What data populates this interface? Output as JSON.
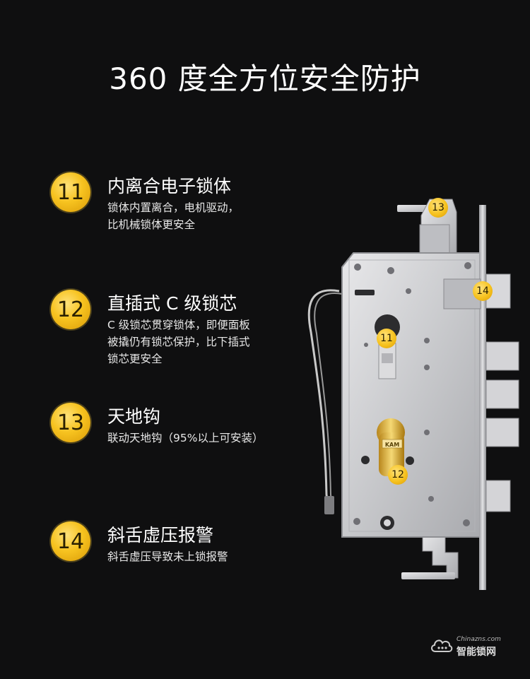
{
  "title": "360 度全方位安全防护",
  "features": [
    {
      "number": "11",
      "title": "内离合电子锁体",
      "desc": [
        "锁体内置离合，电机驱动，",
        "比机械锁体更安全"
      ]
    },
    {
      "number": "12",
      "title": "直插式 C 级锁芯",
      "desc": [
        "C 级锁芯贯穿锁体，即便面板",
        "被撬仍有锁芯保护，比下插式",
        "锁芯更安全"
      ]
    },
    {
      "number": "13",
      "title": "天地钩",
      "desc": [
        "联动天地钩（95%以上可安装）"
      ]
    },
    {
      "number": "14",
      "title": "斜舌虚压报警",
      "desc": [
        "斜舌虚压导致未上锁报警"
      ]
    }
  ],
  "markers": [
    "13",
    "14",
    "11",
    "12"
  ],
  "cylinder_brand": "KAM",
  "watermark": {
    "url": "Chinazns.com",
    "name": "智能锁网"
  },
  "colors": {
    "background": "#0f0f10",
    "badge": "#f6c21e",
    "text": "#ffffff"
  }
}
